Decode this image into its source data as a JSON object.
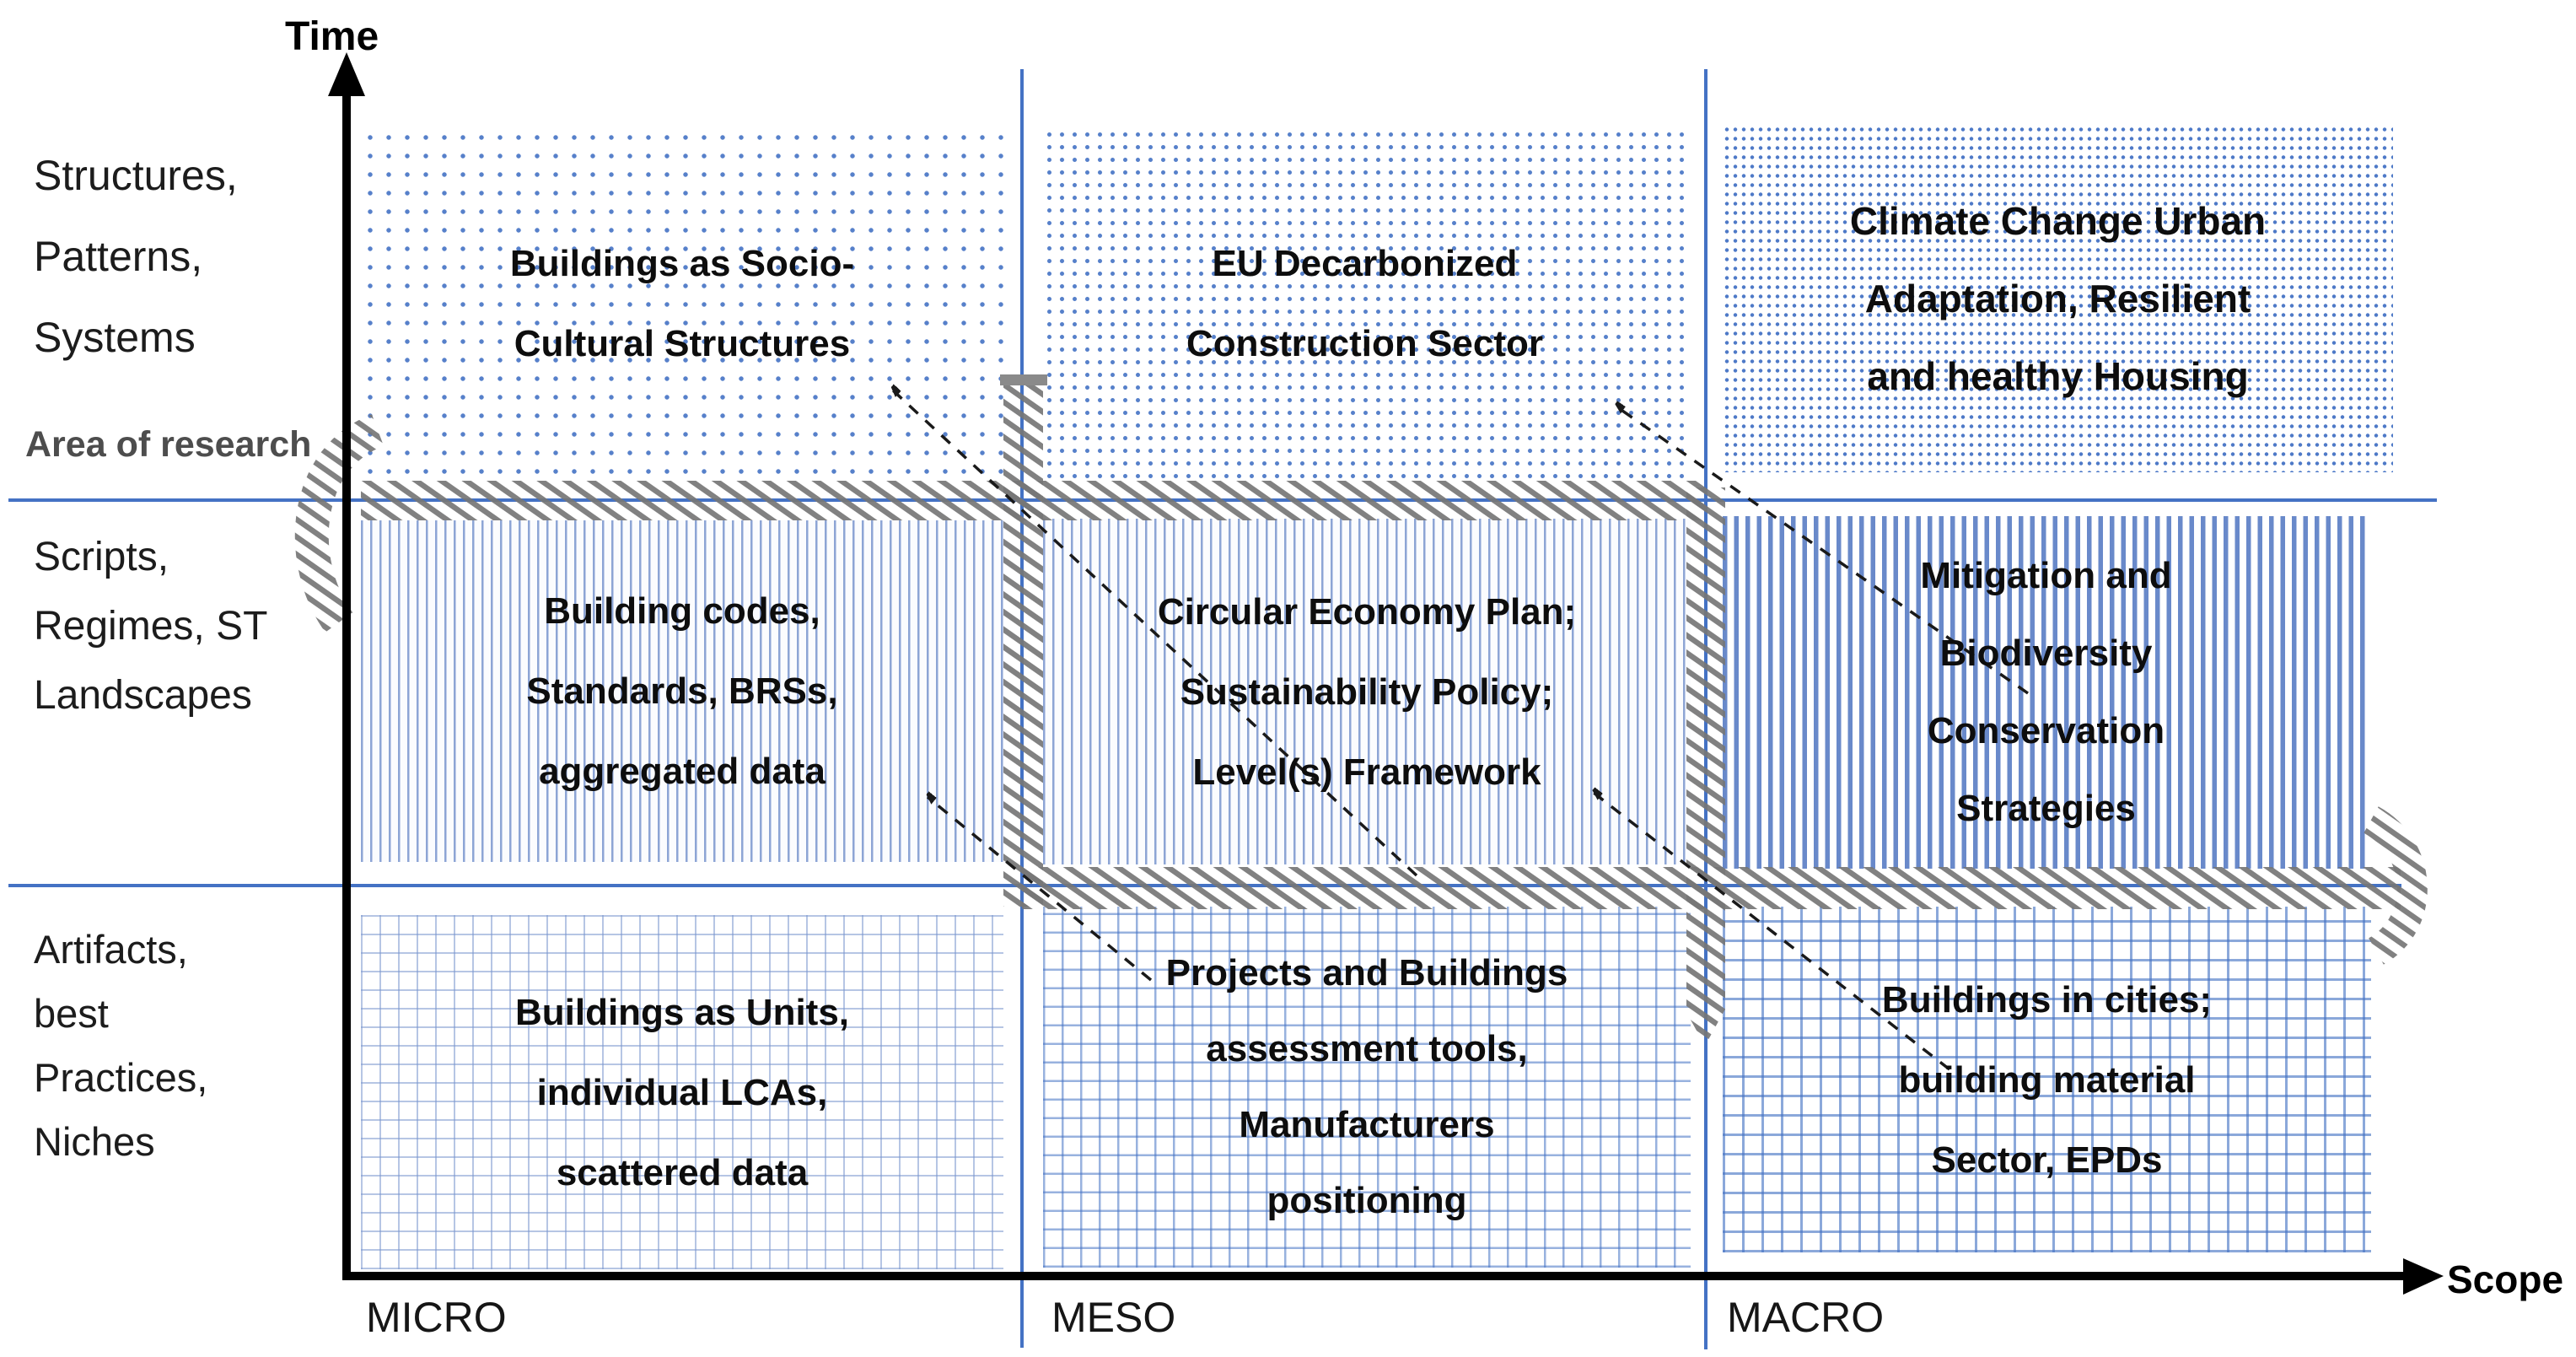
{
  "axes": {
    "y_label": "Time",
    "x_label": "Scope"
  },
  "area_of_research_label": "Area of research",
  "row_labels": [
    {
      "lines": [
        "Structures,",
        "Patterns,",
        "Systems"
      ]
    },
    {
      "lines": [
        "Scripts,",
        "Regimes, ST",
        "Landscapes"
      ]
    },
    {
      "lines": [
        "Artifacts,",
        "best",
        "Practices,",
        "Niches"
      ]
    }
  ],
  "column_labels": [
    "MICRO",
    "MESO",
    "MACRO"
  ],
  "cells": {
    "micro_structures": {
      "lines": [
        "Buildings as Socio-",
        "Cultural Structures"
      ]
    },
    "meso_structures": {
      "lines": [
        "EU Decarbonized",
        "Construction Sector"
      ]
    },
    "macro_structures": {
      "lines": [
        "Climate Change Urban",
        "Adaptation, Resilient",
        "and healthy Housing"
      ]
    },
    "micro_regimes": {
      "lines": [
        "Building codes,",
        "Standards, BRSs,",
        "aggregated data"
      ]
    },
    "meso_regimes": {
      "lines": [
        "Circular Economy Plan;",
        "Sustainability Policy;",
        "Level(s) Framework"
      ]
    },
    "macro_regimes": {
      "lines": [
        "Mitigation and",
        "Biodiversity",
        "Conservation",
        "Strategies"
      ]
    },
    "micro_niches": {
      "lines": [
        "Buildings as Units,",
        "individual LCAs,",
        "scattered data"
      ]
    },
    "meso_niches": {
      "lines": [
        "Projects and Buildings",
        "assessment tools,",
        "Manufacturers",
        "positioning"
      ]
    },
    "macro_niches": {
      "lines": [
        "Buildings in cities;",
        "building material",
        "Sector, EPDs"
      ]
    }
  },
  "colors": {
    "accent_blue": "#4472C4",
    "hatch_gray": "#767676",
    "arrow_black": "#1a1a1a",
    "label_gray": "#4D4D4D",
    "text_black": "#0D0D0D"
  }
}
